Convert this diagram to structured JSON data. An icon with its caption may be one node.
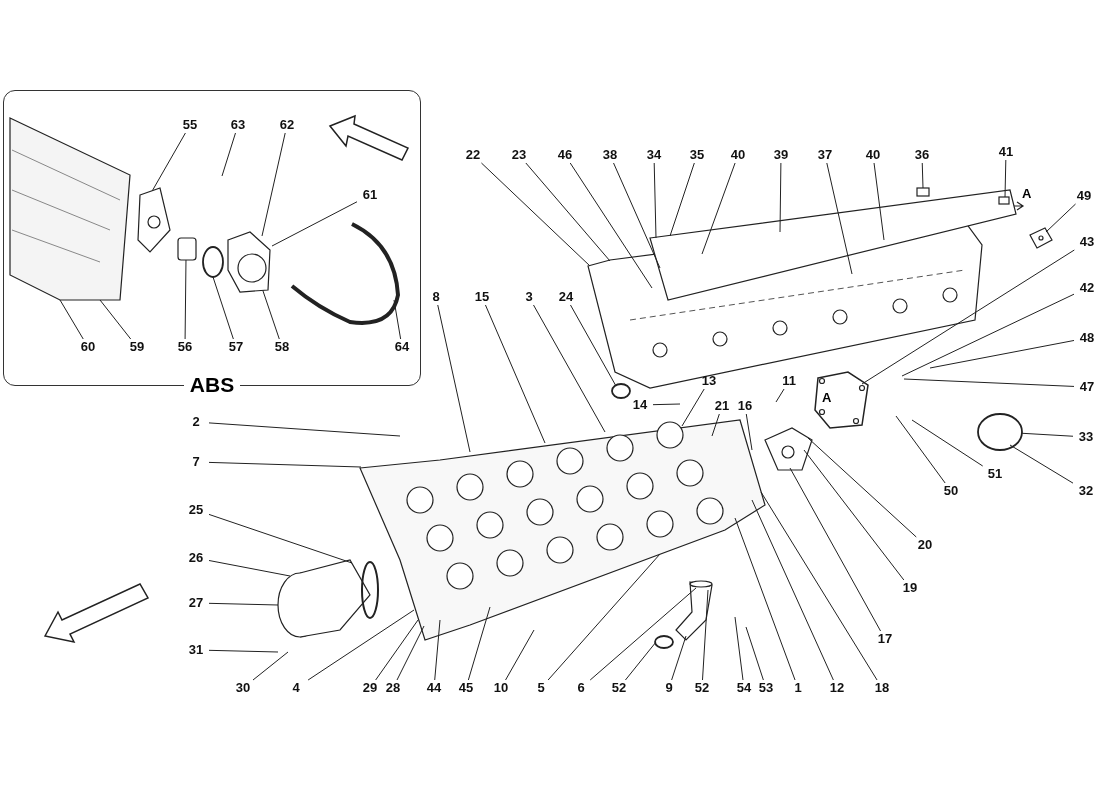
{
  "diagram": {
    "nodes": [
      {
        "text": [
          "ABS"
        ]
      },
      {
        "text": [
          "55"
        ],
        "in": 0
      },
      {
        "text": [
          "63"
        ],
        "in": 0
      },
      {
        "text": [
          "62"
        ],
        "in": 0
      },
      {
        "text": [
          "61"
        ],
        "in": 0
      },
      {
        "text": [
          "60"
        ],
        "in": 0
      },
      {
        "text": [
          "59"
        ],
        "in": 0
      },
      {
        "text": [
          "56"
        ],
        "in": 0
      },
      {
        "text": [
          "57"
        ],
        "in": 0
      },
      {
        "text": [
          "58"
        ],
        "in": 0
      },
      {
        "text": [
          "64"
        ],
        "in": 0
      },
      {
        "text": [
          "22"
        ]
      },
      {
        "text": [
          "23"
        ]
      },
      {
        "text": [
          "46"
        ]
      },
      {
        "text": [
          "38"
        ]
      },
      {
        "text": [
          "34"
        ]
      },
      {
        "text": [
          "35"
        ]
      },
      {
        "text": [
          "40"
        ]
      },
      {
        "text": [
          "39"
        ]
      },
      {
        "text": [
          "37"
        ]
      },
      {
        "text": [
          "40"
        ]
      },
      {
        "text": [
          "36"
        ]
      },
      {
        "text": [
          "41"
        ]
      },
      {
        "text": [
          "49"
        ]
      },
      {
        "text": [
          "43"
        ]
      },
      {
        "text": [
          "42"
        ]
      },
      {
        "text": [
          "8"
        ]
      },
      {
        "text": [
          "15"
        ]
      },
      {
        "text": [
          "3"
        ]
      },
      {
        "text": [
          "24"
        ]
      },
      {
        "text": [
          "48"
        ]
      },
      {
        "text": [
          "13"
        ]
      },
      {
        "text": [
          "11"
        ]
      },
      {
        "text": [
          "47"
        ]
      },
      {
        "text": [
          "14"
        ]
      },
      {
        "text": [
          "2"
        ]
      },
      {
        "text": [
          "21"
        ]
      },
      {
        "text": [
          "16"
        ]
      },
      {
        "text": [
          "33"
        ]
      },
      {
        "text": [
          "7"
        ]
      },
      {
        "text": [
          "51"
        ]
      },
      {
        "text": [
          "32"
        ]
      },
      {
        "text": [
          "50"
        ]
      },
      {
        "text": [
          "25"
        ]
      },
      {
        "text": [
          "20"
        ]
      },
      {
        "text": [
          "26"
        ]
      },
      {
        "text": [
          "19"
        ]
      },
      {
        "text": [
          "27"
        ]
      },
      {
        "text": [
          "17"
        ]
      },
      {
        "text": [
          "31"
        ]
      },
      {
        "text": [
          "30"
        ]
      },
      {
        "text": [
          "4"
        ]
      },
      {
        "text": [
          "29"
        ]
      },
      {
        "text": [
          "28"
        ]
      },
      {
        "text": [
          "44"
        ]
      },
      {
        "text": [
          "45"
        ]
      },
      {
        "text": [
          "10"
        ]
      },
      {
        "text": [
          "5"
        ]
      },
      {
        "text": [
          "6"
        ]
      },
      {
        "text": [
          "52"
        ]
      },
      {
        "text": [
          "9"
        ]
      },
      {
        "text": [
          "52"
        ]
      },
      {
        "text": [
          "54"
        ]
      },
      {
        "text": [
          "53"
        ]
      },
      {
        "text": [
          "1"
        ]
      },
      {
        "text": [
          "12"
        ]
      },
      {
        "text": [
          "18"
        ]
      },
      {
        "text": [],
        "shape": "picture"
      },
      {
        "text": [],
        "shape": "picture"
      },
      {
        "text": [],
        "shape": "picture"
      },
      {
        "text": [],
        "shape": "picture"
      },
      {
        "text": [],
        "shape": "circle"
      },
      {
        "text": [],
        "shape": "picture"
      },
      {
        "text": [],
        "shape": "picture"
      },
      {
        "text": [],
        "shape": "circle"
      },
      {
        "text": [],
        "shape": "picture",
        "in": 0
      },
      {
        "text": [],
        "shape": "box",
        "in": 0
      },
      {
        "text": [],
        "shape": "circle",
        "in": 0
      },
      {
        "text": [],
        "shape": "picture",
        "in": 0
      },
      {
        "text": [],
        "shape": "picture",
        "in": 0
      },
      {
        "text": [],
        "shape": "picture",
        "in": 0
      },
      {
        "text": [],
        "shape": "picture"
      },
      {
        "text": [],
        "shape": "circle"
      }
    ],
    "edges": [
      {
        "from": 1,
        "to": 75,
        "arrow": "none"
      },
      {
        "from": 2,
        "to": null,
        "arrow": "none"
      },
      {
        "from": 3,
        "to": 78,
        "arrow": "none"
      },
      {
        "from": 4,
        "to": 78,
        "arrow": "none"
      },
      {
        "from": 5,
        "to": 80,
        "arrow": "none"
      },
      {
        "from": 6,
        "to": 80,
        "arrow": "none"
      },
      {
        "from": 7,
        "to": 76,
        "arrow": "none"
      },
      {
        "from": 8,
        "to": 77,
        "arrow": "none"
      },
      {
        "from": 9,
        "to": 78,
        "arrow": "none"
      },
      {
        "from": 10,
        "to": 79,
        "arrow": "none"
      },
      {
        "from": 11,
        "to": 67,
        "arrow": "none"
      },
      {
        "from": 12,
        "to": 67,
        "arrow": "none"
      },
      {
        "from": 13,
        "to": 67,
        "arrow": "none"
      },
      {
        "from": 14,
        "to": 67,
        "arrow": "none"
      },
      {
        "from": 15,
        "to": 67,
        "arrow": "none"
      },
      {
        "from": 16,
        "to": 67,
        "arrow": "none"
      },
      {
        "from": 17,
        "to": 67,
        "arrow": "none"
      },
      {
        "from": 18,
        "to": 67,
        "arrow": "none"
      },
      {
        "from": 19,
        "to": 67,
        "arrow": "none"
      },
      {
        "from": 20,
        "to": 67,
        "arrow": "none"
      },
      {
        "from": 21,
        "to": 67,
        "arrow": "none"
      },
      {
        "from": 22,
        "to": 67,
        "arrow": "none"
      },
      {
        "from": 23,
        "to": 81,
        "arrow": "none"
      },
      {
        "from": 24,
        "to": 69,
        "arrow": "none"
      },
      {
        "from": 25,
        "to": null,
        "arrow": "none"
      },
      {
        "from": 26,
        "to": 68,
        "arrow": "none"
      },
      {
        "from": 27,
        "to": 68,
        "arrow": "none"
      },
      {
        "from": 28,
        "to": 68,
        "arrow": "none"
      },
      {
        "from": 29,
        "to": 74,
        "arrow": "none"
      },
      {
        "from": 30,
        "to": null,
        "arrow": "none"
      },
      {
        "from": 31,
        "to": 68,
        "arrow": "none"
      },
      {
        "from": 32,
        "to": null,
        "arrow": "none"
      },
      {
        "from": 33,
        "to": null,
        "arrow": "none"
      },
      {
        "from": 34,
        "to": null,
        "arrow": "none"
      },
      {
        "from": 35,
        "to": null,
        "arrow": "none"
      },
      {
        "from": 36,
        "to": 68,
        "arrow": "none"
      },
      {
        "from": 37,
        "to": 68,
        "arrow": "none"
      },
      {
        "from": 38,
        "to": 71,
        "arrow": "none"
      },
      {
        "from": 39,
        "to": 68,
        "arrow": "none"
      },
      {
        "from": 40,
        "to": null,
        "arrow": "none"
      },
      {
        "from": 41,
        "to": 71,
        "arrow": "none"
      },
      {
        "from": 42,
        "to": null,
        "arrow": "none"
      },
      {
        "from": 43,
        "to": 72,
        "arrow": "none"
      },
      {
        "from": 44,
        "to": 70,
        "arrow": "none"
      },
      {
        "from": 45,
        "to": 72,
        "arrow": "none"
      },
      {
        "from": 46,
        "to": 70,
        "arrow": "none"
      },
      {
        "from": 47,
        "to": 72,
        "arrow": "none"
      },
      {
        "from": 48,
        "to": 70,
        "arrow": "none"
      },
      {
        "from": 49,
        "to": null,
        "arrow": "none"
      },
      {
        "from": 50,
        "to": null,
        "arrow": "none"
      },
      {
        "from": 51,
        "to": 68,
        "arrow": "none"
      },
      {
        "from": 52,
        "to": 68,
        "arrow": "none"
      },
      {
        "from": 53,
        "to": 68,
        "arrow": "none"
      },
      {
        "from": 54,
        "to": 68,
        "arrow": "none"
      },
      {
        "from": 55,
        "to": 68,
        "arrow": "none"
      },
      {
        "from": 56,
        "to": null,
        "arrow": "none"
      },
      {
        "from": 57,
        "to": 68,
        "arrow": "none"
      },
      {
        "from": 58,
        "to": 73,
        "arrow": "none"
      },
      {
        "from": 59,
        "to": 82,
        "arrow": "none"
      },
      {
        "from": 60,
        "to": 73,
        "arrow": "none"
      },
      {
        "from": 61,
        "to": 73,
        "arrow": "none"
      },
      {
        "from": 62,
        "to": null,
        "arrow": "none"
      },
      {
        "from": 63,
        "to": null,
        "arrow": "none"
      },
      {
        "from": 64,
        "to": 68,
        "arrow": "none"
      },
      {
        "from": 65,
        "to": 68,
        "arrow": "none"
      },
      {
        "from": 66,
        "to": 68,
        "arrow": "none"
      }
    ],
    "labels": [
      "A",
      "A"
    ]
  }
}
